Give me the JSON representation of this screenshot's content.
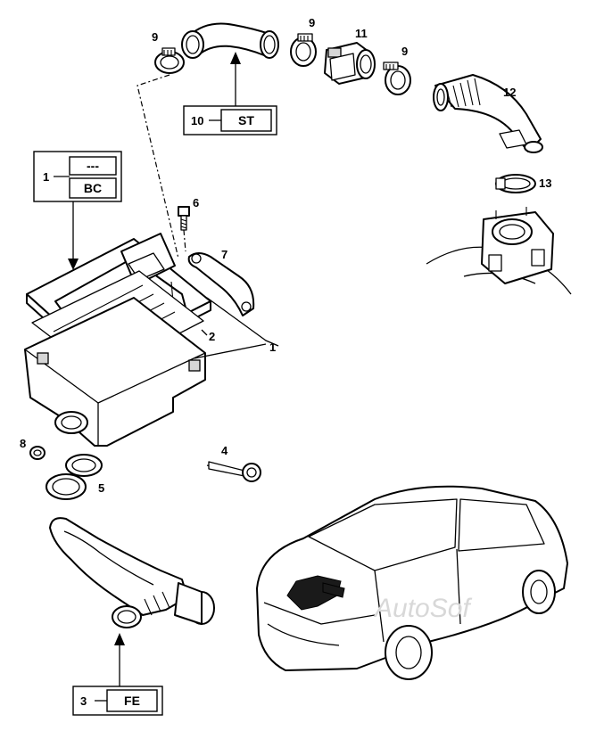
{
  "parts": [
    {
      "number": "1"
    },
    {
      "number": "2"
    },
    {
      "number": "3"
    },
    {
      "number": "4"
    },
    {
      "number": "5"
    },
    {
      "number": "6"
    },
    {
      "number": "7"
    },
    {
      "number": "8"
    },
    {
      "number": "9"
    },
    {
      "number": "10"
    },
    {
      "number": "11"
    },
    {
      "number": "12"
    },
    {
      "number": "13"
    }
  ],
  "callouts": {
    "bc": {
      "number": "1",
      "top_code": "---",
      "code": "BC"
    },
    "st": {
      "number": "10",
      "code": "ST"
    },
    "fe": {
      "number": "3",
      "code": "FE"
    }
  },
  "watermark": "AutoSof"
}
